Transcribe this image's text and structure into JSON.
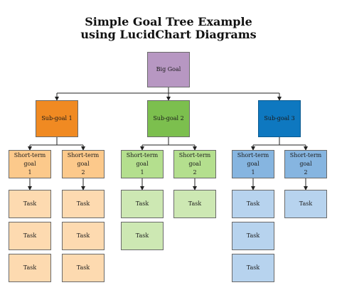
{
  "title": {
    "line1": "Simple Goal Tree Example",
    "line2": "using LucidChart Diagrams"
  },
  "root": {
    "label": "Big Goal",
    "color": "#b797c2"
  },
  "subgoals": [
    {
      "label": "Sub-goal 1",
      "color": "#f08a22",
      "short_terms": [
        {
          "label_line1": "Short-term goal",
          "label_line2": "1",
          "tasks": [
            "Task",
            "Task",
            "Task"
          ]
        },
        {
          "label_line1": "Short-term goal",
          "label_line2": "2",
          "tasks": [
            "Task",
            "Task",
            "Task"
          ]
        }
      ]
    },
    {
      "label": "Sub-goal 2",
      "color": "#7cbf4e",
      "short_terms": [
        {
          "label_line1": "Short-term goal",
          "label_line2": "1",
          "tasks": [
            "Task",
            "Task"
          ]
        },
        {
          "label_line1": "Short-term goal",
          "label_line2": "2",
          "tasks": [
            "Task"
          ]
        }
      ]
    },
    {
      "label": "Sub-goal 3",
      "color": "#0e78c0",
      "short_terms": [
        {
          "label_line1": "Short-term goal",
          "label_line2": "1",
          "tasks": [
            "Task",
            "Task",
            "Task"
          ]
        },
        {
          "label_line1": "Short-term goal",
          "label_line2": "2",
          "tasks": [
            "Task"
          ]
        }
      ]
    }
  ]
}
